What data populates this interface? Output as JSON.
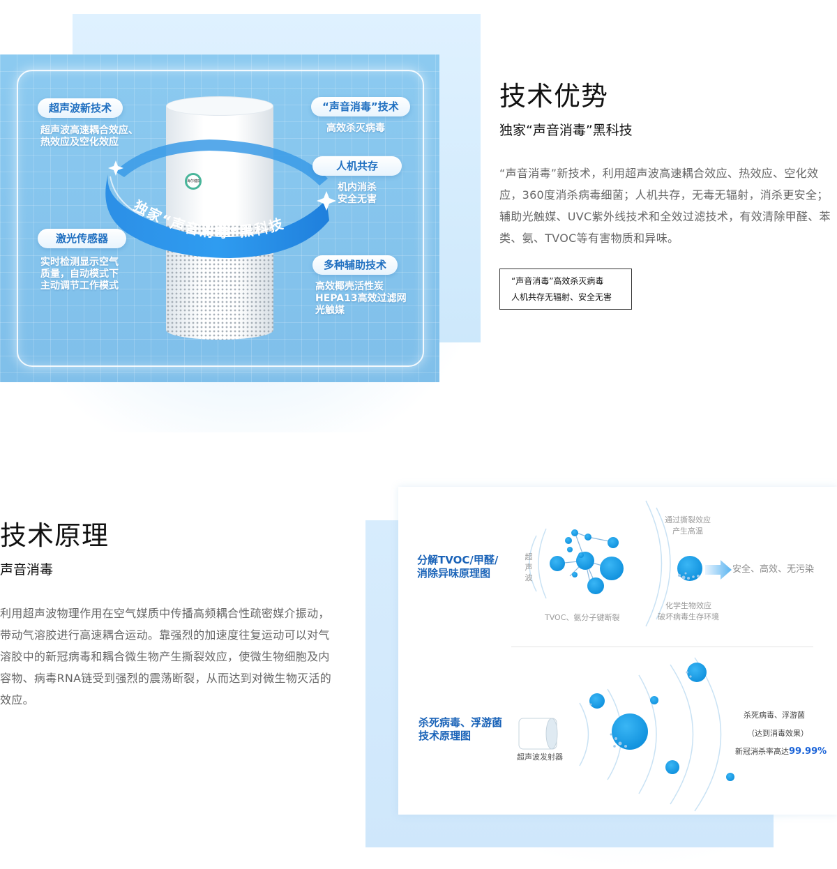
{
  "advantage": {
    "title": "技术优势",
    "subtitle": "独家“声音消毒”黑科技",
    "description": "“声音消毒”新技术，利用超声波高速耦合效应、热效应、空化效应，360度消杀病毒细菌；人机共存，无毒无辐射，消杀更安全；辅助光触媒、UVC紫外线技术和全效过滤技术，有效清除甲醛、苯类、氨、TVOC等有害物质和异味。",
    "tags": [
      "“声音消毒”高效杀灭病毒",
      "人机共存无辐射、安全无害"
    ]
  },
  "hero": {
    "features": [
      {
        "label": "超声波新技术",
        "text": "超声波高速耦合效应、\n热效应及空化效应"
      },
      {
        "label": "“声音消毒”技术",
        "text": "高效杀灭病毒"
      },
      {
        "label": "人机共存",
        "text": "机内消杀\n安全无害"
      },
      {
        "label": "激光传感器",
        "text": "实时检测显示空气\n质量，自动模式下\n主动调节工作模式"
      },
      {
        "label": "多种辅助技术",
        "text": "高效椰壳活性炭\nHEPA13高效过滤网\n光触媒"
      }
    ],
    "ribbon_text": "独家“声音消毒”黑科技",
    "logo_text": "海尔健康"
  },
  "principle": {
    "title": "技术原理",
    "subtitle": "声音消毒",
    "description": "利用超声波物理作用在空气媒质中传播高频耦合性疏密媒介振动，带动气溶胶进行高速耦合运动。靠强烈的加速度往复运动可以对气溶胶中的新冠病毒和耦合微生物产生撕裂效应，使微生物细胞及内容物、病毒RNA链受到强烈的震荡断裂，从而达到对微生物灭活的效应。"
  },
  "diagram": {
    "top": {
      "title": "分解TVOC/甲醛/\n消除异味原理图",
      "wave_label": "超\n声\n波",
      "bond_label": "TVOC、氨分子键断裂",
      "tear_label": "通过撕裂效应\n产生高温",
      "bio_label": "化学生物效应\n破坏病毒生存环境",
      "result_label": "安全、高效、无污染"
    },
    "bottom": {
      "title": "杀死病毒、浮游菌\n技术原理图",
      "emitter_label": "超声波发射器",
      "result_line1": "杀死病毒、浮游菌",
      "result_line2": "（达到消毒效果）",
      "result_line3": "新冠消杀率高达",
      "rate": "99.99%"
    },
    "accent_color": "#1a9ee8",
    "title_color": "#1a63b8"
  }
}
